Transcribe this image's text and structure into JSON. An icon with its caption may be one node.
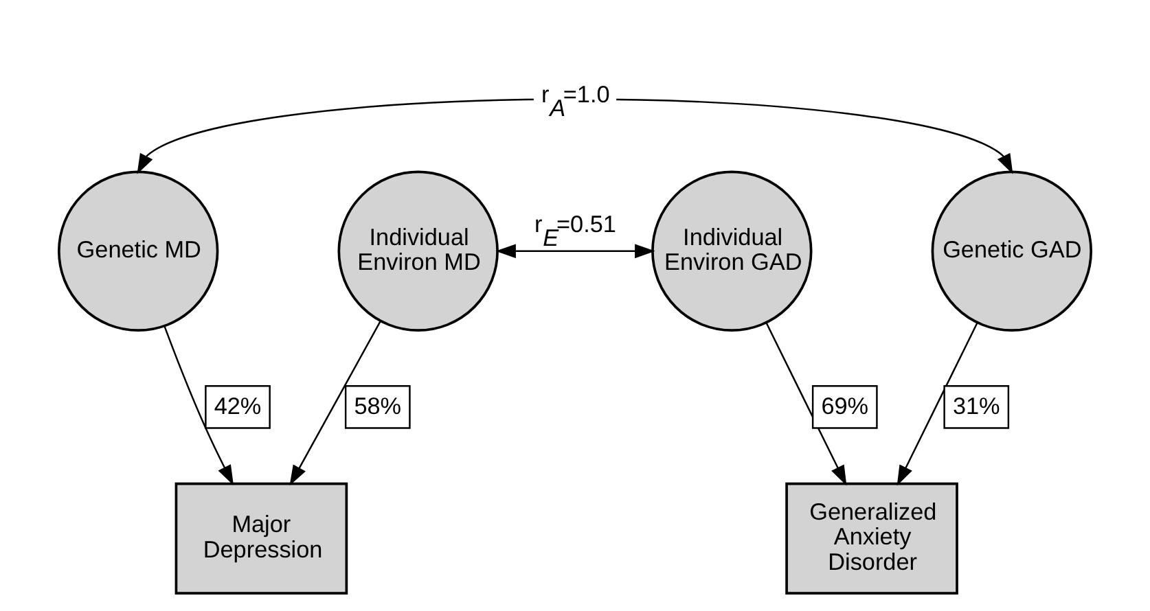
{
  "diagram": {
    "nodes": [
      {
        "text": [
          "Genetic MD"
        ]
      },
      {
        "text": [
          "Individual Environ MD"
        ]
      },
      {
        "text": [
          "Individual Environ GAD"
        ]
      },
      {
        "text": [
          "Genetic GAD"
        ]
      },
      {
        "text": [
          "Major Depression"
        ]
      },
      {
        "text": [
          "Generalized Anxiety Disorder"
        ]
      }
    ],
    "edges": [
      {
        "from": 0,
        "to": 3,
        "arrow": "both",
        "label": "r$_{A}$=1.0"
      },
      {
        "from": 1,
        "to": 2,
        "arrow": "both",
        "label": "r$_{E}$=0.51"
      },
      {
        "from": 0,
        "to": 4,
        "arrow": "to",
        "label": "42%"
      },
      {
        "from": 1,
        "to": 4,
        "arrow": "to",
        "label": "58%"
      },
      {
        "from": 2,
        "to": 5,
        "arrow": "to",
        "label": "69%"
      },
      {
        "from": 3,
        "to": 5,
        "arrow": "to",
        "label": "31%"
      }
    ]
  }
}
